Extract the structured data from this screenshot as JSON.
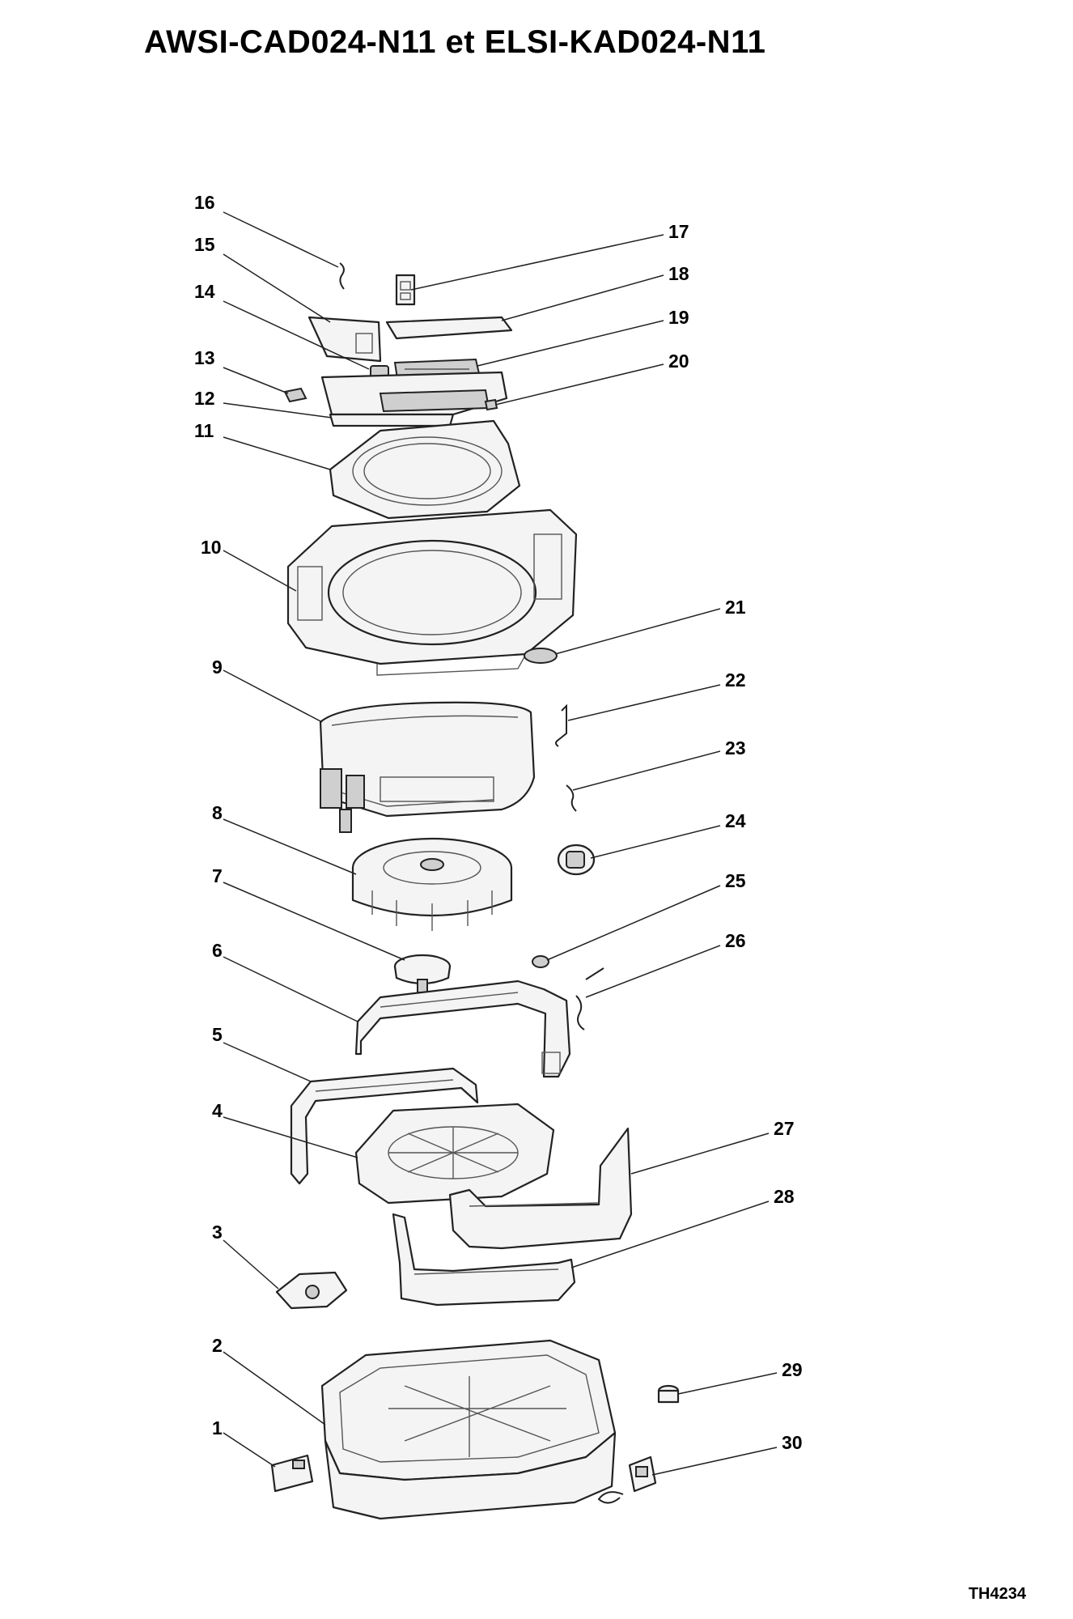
{
  "title": "AWSI-CAD024-N11 et ELSI-KAD024-N11",
  "reference": "TH4234",
  "callouts": [
    {
      "id": "1",
      "label": "1"
    },
    {
      "id": "2",
      "label": "2"
    },
    {
      "id": "3",
      "label": "3"
    },
    {
      "id": "4",
      "label": "4"
    },
    {
      "id": "5",
      "label": "5"
    },
    {
      "id": "6",
      "label": "6"
    },
    {
      "id": "7",
      "label": "7"
    },
    {
      "id": "8",
      "label": "8"
    },
    {
      "id": "9",
      "label": "9"
    },
    {
      "id": "10",
      "label": "10"
    },
    {
      "id": "11",
      "label": "11"
    },
    {
      "id": "12",
      "label": "12"
    },
    {
      "id": "13",
      "label": "13"
    },
    {
      "id": "14",
      "label": "14"
    },
    {
      "id": "15",
      "label": "15"
    },
    {
      "id": "16",
      "label": "16"
    },
    {
      "id": "17",
      "label": "17"
    },
    {
      "id": "18",
      "label": "18"
    },
    {
      "id": "19",
      "label": "19"
    },
    {
      "id": "20",
      "label": "20"
    },
    {
      "id": "21",
      "label": "21"
    },
    {
      "id": "22",
      "label": "22"
    },
    {
      "id": "23",
      "label": "23"
    },
    {
      "id": "24",
      "label": "24"
    },
    {
      "id": "25",
      "label": "25"
    },
    {
      "id": "26",
      "label": "26"
    },
    {
      "id": "27",
      "label": "27"
    },
    {
      "id": "28",
      "label": "28"
    },
    {
      "id": "29",
      "label": "29"
    },
    {
      "id": "30",
      "label": "30"
    }
  ]
}
